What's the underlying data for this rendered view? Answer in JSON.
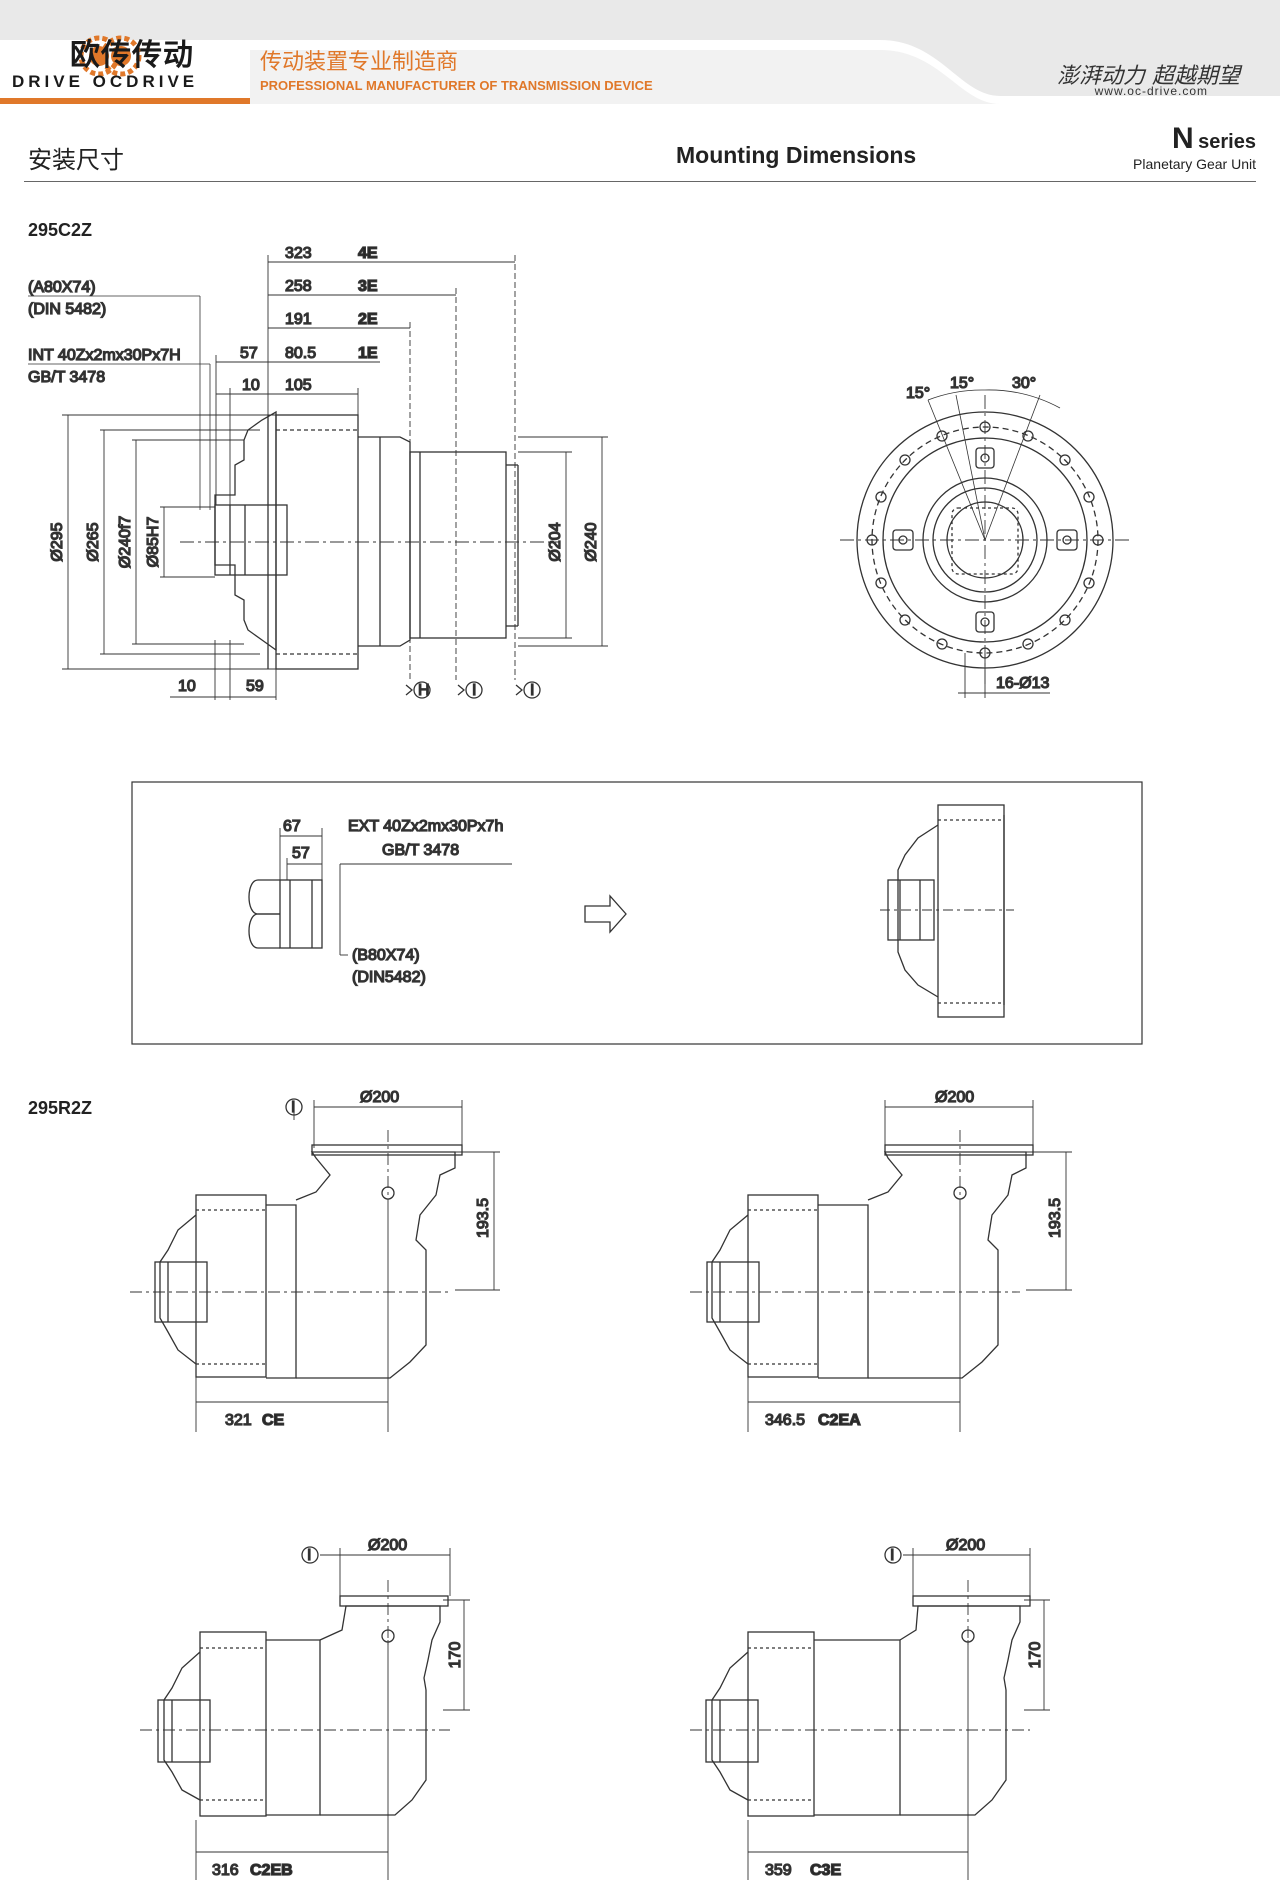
{
  "header": {
    "logo_cn": "欧传传动",
    "logo_en": "DRIVE OCDRIVE",
    "tagline_cn": "传动装置专业制造商",
    "tagline_en": "PROFESSIONAL MANUFACTURER OF TRANSMISSION DEVICE",
    "slogan": "澎湃动力 超越期望",
    "website": "www.oc-drive.com",
    "colors": {
      "accent": "#e0782a",
      "band": "#dcdcdc"
    }
  },
  "section": {
    "title_cn": "安装尺寸",
    "title_en": "Mounting Dimensions",
    "series_letter": "N",
    "series_word": "series",
    "series_subtitle": "Planetary Gear Unit"
  },
  "c2z": {
    "model": "295C2Z",
    "spline_a": "(A80X74)",
    "spline_a_std": "(DIN 5482)",
    "spline_int": "INT 40Zx2mx30Px7H",
    "spline_int_std": "GB/T 3478",
    "dims": {
      "d323": "323",
      "t4e": "4E",
      "d258": "258",
      "t3e": "3E",
      "d191": "191",
      "t2e": "2E",
      "d57": "57",
      "d805": "80.5",
      "t1e": "1E",
      "d10": "10",
      "d105": "105",
      "dia295": "Ø295",
      "dia265": "Ø265",
      "dia240f7": "Ø240f7",
      "dia85h7": "Ø85H7",
      "dia204": "Ø204",
      "dia240": "Ø240",
      "bot10": "10",
      "bot59": "59",
      "mark_h": "H",
      "mark_i": "I"
    },
    "angles": {
      "a15a": "15°",
      "a15b": "15°",
      "a30": "30°"
    },
    "holes": "16-Ø13"
  },
  "ext": {
    "d67": "67",
    "d57": "57",
    "spline_ext": "EXT 40Zx2mx30Px7h",
    "spline_ext_std": "GB/T 3478",
    "spline_b": "(B80X74)",
    "spline_b_std": "(DIN5482)"
  },
  "r2z": {
    "model": "295R2Z",
    "dia200": "Ø200",
    "h1935": "193.5",
    "h170": "170",
    "ce_val": "321",
    "ce_tag": "CE",
    "c2ea_val": "346.5",
    "c2ea_tag": "C2EA",
    "c2eb_val": "316",
    "c2eb_tag": "C2EB",
    "c3e_val": "359",
    "c3e_tag": "C3E",
    "mark_i": "I"
  }
}
